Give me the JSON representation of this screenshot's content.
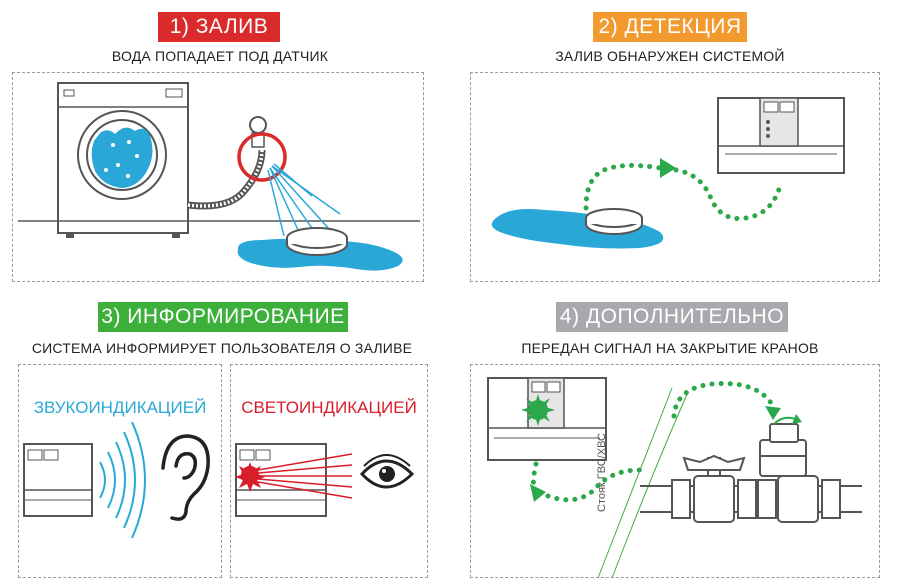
{
  "colors": {
    "step1": "#d92b2b",
    "step2": "#f29a2e",
    "step3": "#3daf3b",
    "step4": "#a7a9ac",
    "water": "#29a8d8",
    "arrow": "#2aa84a",
    "red_light": "#d91e2b",
    "line": "#555555"
  },
  "steps": [
    {
      "badge": "1) ЗАЛИВ",
      "subtitle": "ВОДА ПОПАДАЕТ ПОД ДАТЧИК"
    },
    {
      "badge": "2) ДЕТЕКЦИЯ",
      "subtitle": "ЗАЛИВ ОБНАРУЖЕН СИСТЕМОЙ"
    },
    {
      "badge": "3) ИНФОРМИРОВАНИЕ",
      "subtitle": "СИСТЕМА ИНФОРМИРУЕТ ПОЛЬЗОВАТЕЛЯ О ЗАЛИВЕ"
    },
    {
      "badge": "4) ДОПОЛНИТЕЛЬНО",
      "subtitle": "ПЕРЕДАН СИГНАЛ НА ЗАКРЫТИЕ КРАНОВ"
    }
  ],
  "labels": {
    "sound": "ЗВУКОИНДИКАЦИЕЙ",
    "light": "СВЕТОИНДИКАЦИЕЙ",
    "riser": "Стояк ГВС/ХВС"
  }
}
